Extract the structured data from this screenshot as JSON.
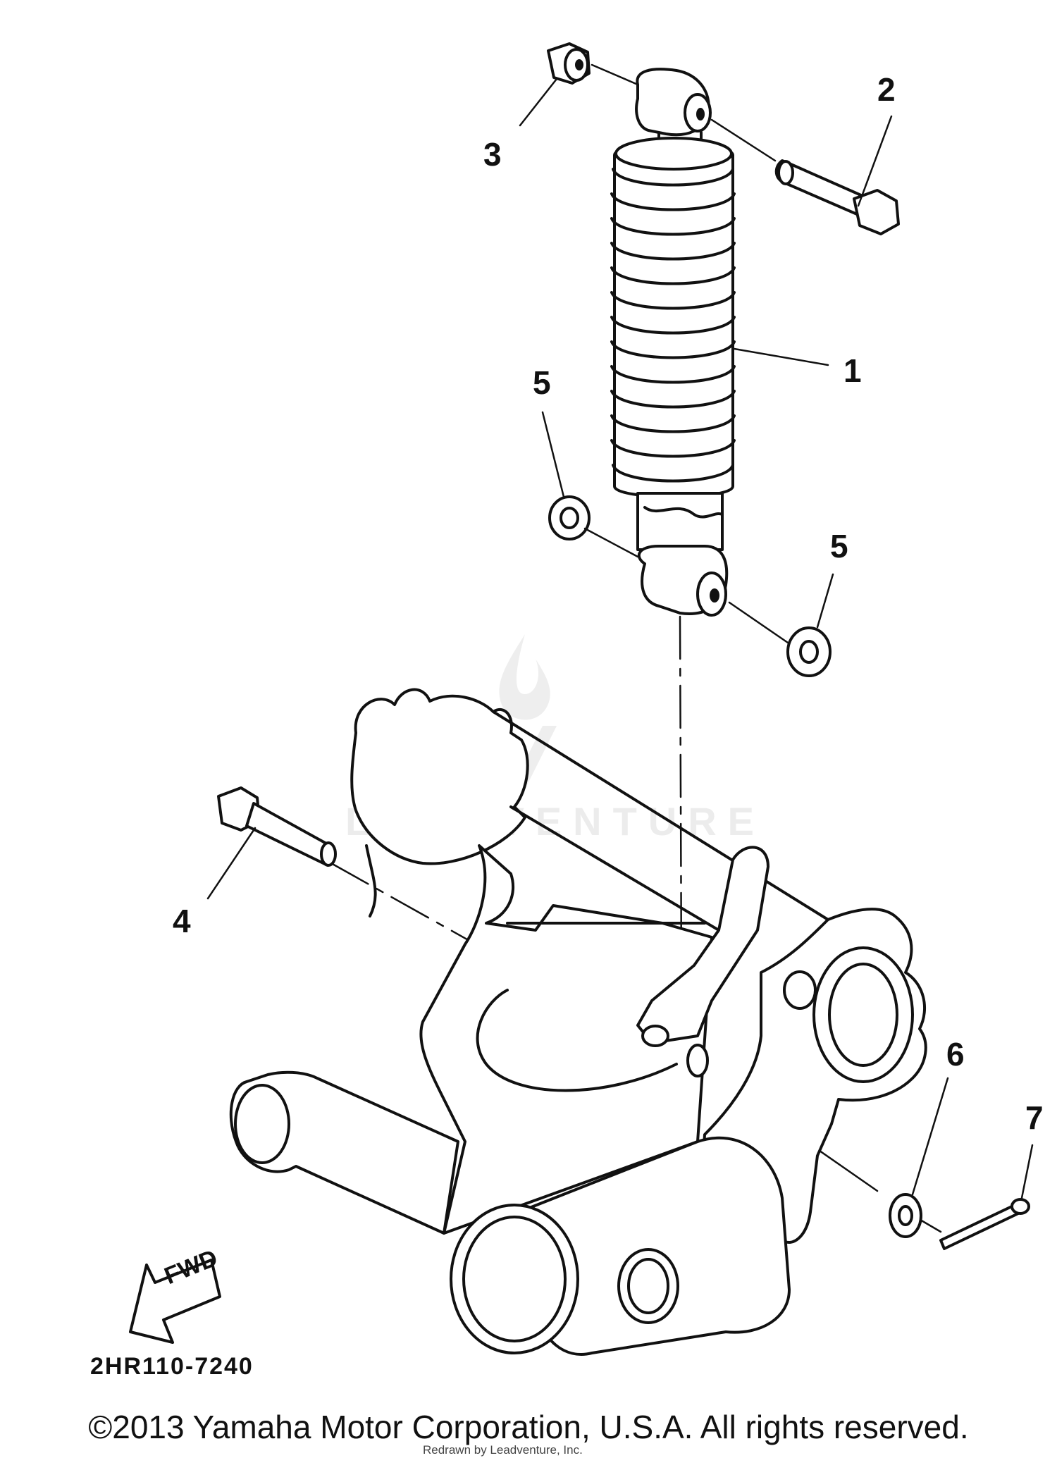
{
  "callouts": [
    {
      "id": "1",
      "label": "1"
    },
    {
      "id": "2",
      "label": "2"
    },
    {
      "id": "3",
      "label": "3"
    },
    {
      "id": "4",
      "label": "4"
    },
    {
      "id": "5a",
      "label": "5"
    },
    {
      "id": "5b",
      "label": "5"
    },
    {
      "id": "6",
      "label": "6"
    },
    {
      "id": "7",
      "label": "7"
    }
  ],
  "direction_label": "FWD",
  "diagram_code": "2HR110-7240",
  "copyright": "©2013 Yamaha Motor Corporation, U.S.A. All rights reserved.",
  "redraw_note": "Redrawn by Leadventure, Inc.",
  "watermark": "LEADVENTURE",
  "colors": {
    "ink": "#111111",
    "watermark": "#ececec",
    "background": "#ffffff"
  }
}
